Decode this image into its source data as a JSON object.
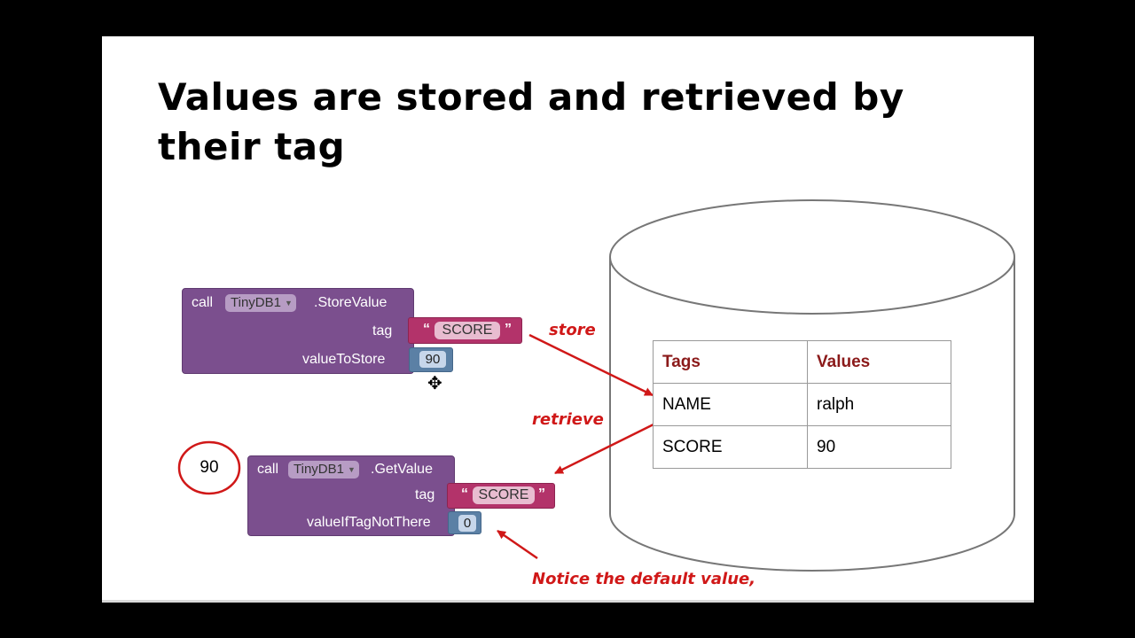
{
  "title": "Values are stored and retrieved by their tag",
  "store_block": {
    "call": "call",
    "component": "TinyDB1",
    "method": ".StoreValue",
    "tag_label": "tag",
    "tag_value": "SCORE",
    "value_label": "valueToStore",
    "value": "90"
  },
  "get_block": {
    "call": "call",
    "component": "TinyDB1",
    "method": ".GetValue",
    "tag_label": "tag",
    "tag_value": "SCORE",
    "default_label": "valueIfTagNotThere",
    "default_value": "0"
  },
  "result_value": "90",
  "table": {
    "headers": [
      "Tags",
      "Values"
    ],
    "rows": [
      [
        "NAME",
        "ralph"
      ],
      [
        "SCORE",
        "90"
      ]
    ]
  },
  "annotations": {
    "store": "store",
    "retrieve": "retrieve",
    "notice": "Notice the default value,"
  },
  "colors": {
    "procedure_block": "#7b4f8e",
    "text_block": "#b3336a",
    "number_block": "#5b80a5",
    "annotation_red": "#d01818",
    "header_red": "#8b1a1a"
  },
  "icons": {
    "drag_cursor": "move-cursor-icon",
    "dropdown": "chevron-down-icon"
  }
}
